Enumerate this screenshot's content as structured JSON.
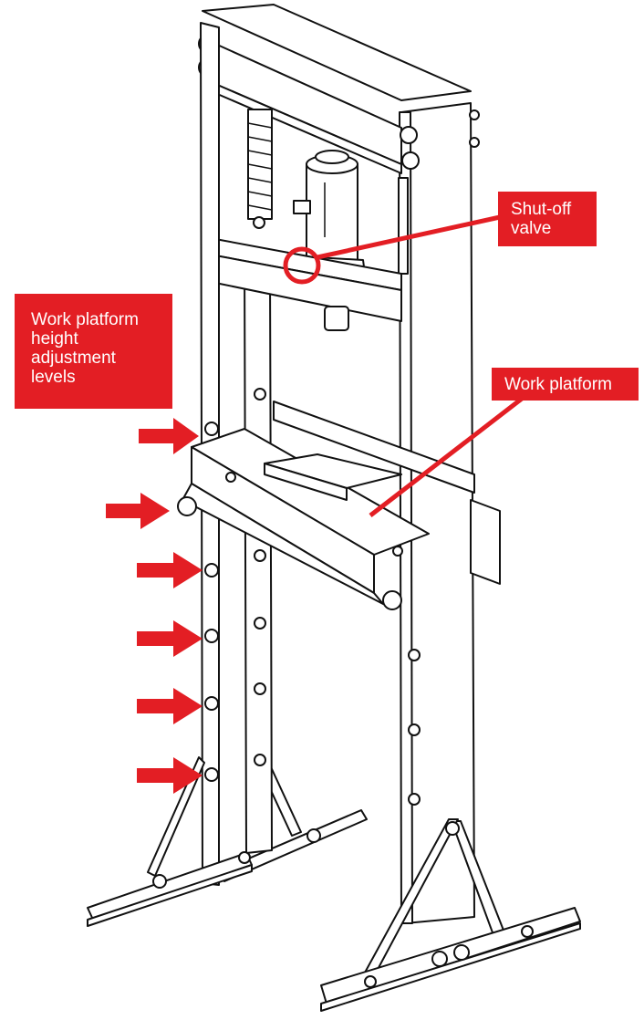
{
  "labels": {
    "platform_levels": "Work platform\nheight\nadjustment\nlevels",
    "shutoff_valve": "Shut-off\nvalve",
    "work_platform": "Work platform"
  },
  "colors": {
    "callout_red": "#e31e24",
    "line": "#111111",
    "background": "#ffffff"
  },
  "arrow_count": 6
}
